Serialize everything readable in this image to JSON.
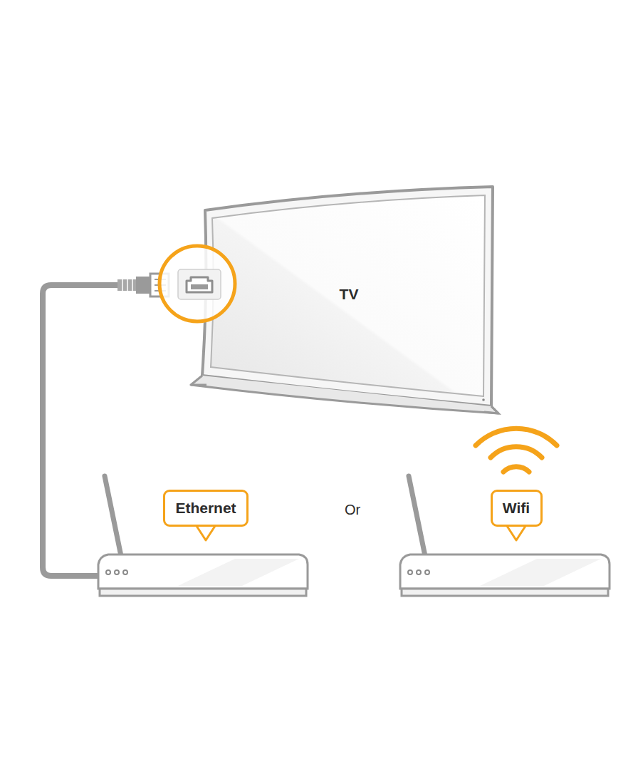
{
  "diagram": {
    "nodes": [
      {
        "text": [
          "TV"
        ]
      },
      {
        "text": [
          "Ethernet"
        ]
      },
      {
        "text": [
          "Wifi"
        ]
      }
    ],
    "labels": [
      "Or"
    ]
  }
}
